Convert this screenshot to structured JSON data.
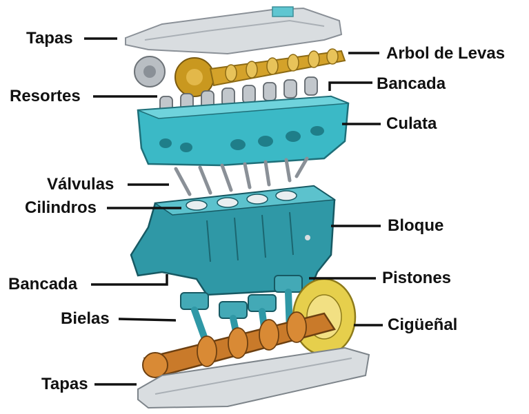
{
  "labels": {
    "tapas_top": "Tapas",
    "arbol_de_levas": "Arbol de Levas",
    "resortes": "Resortes",
    "bancada_top": "Bancada",
    "culata": "Culata",
    "valvulas": "Válvulas",
    "cilindros": "Cilindros",
    "bloque": "Bloque",
    "bancada_bottom": "Bancada",
    "pistones": "Pistones",
    "bielas": "Bielas",
    "ciguenal": "Cigüeñal",
    "tapas_bottom": "Tapas"
  },
  "colors": {
    "label_text": "#111111",
    "cylinder_head": "#3bb9c6",
    "engine_block": "#2f98a6",
    "camshaft": "#d4a22a",
    "crankshaft": "#c97a2a",
    "flywheel": "#e6cf4c",
    "covers": "#d9dde0",
    "pistons": "#43a9b6"
  }
}
